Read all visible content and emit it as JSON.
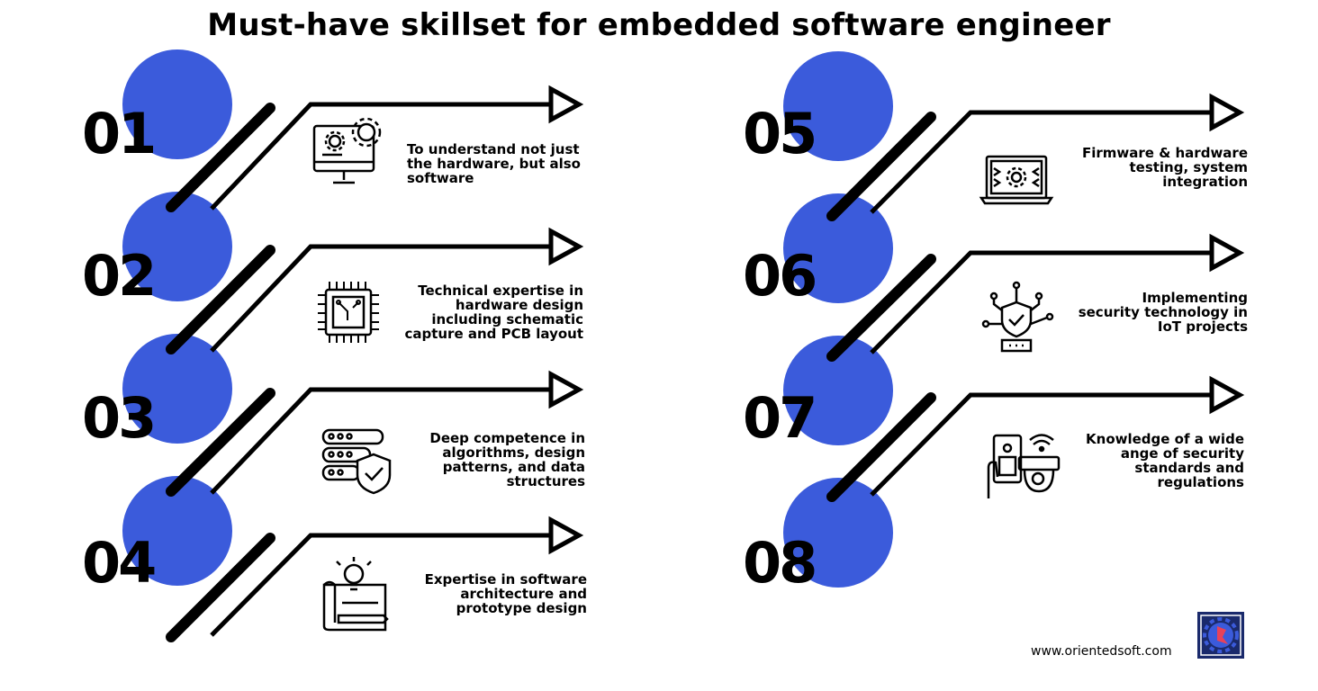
{
  "title": "Must-have skillset for embedded software engineer",
  "colors": {
    "accent": "#3b5bdb",
    "ink": "#000000",
    "logo_bg": "#1a2a6c",
    "logo_mark": "#e8425a"
  },
  "skills": [
    {
      "number": "01",
      "text": "To understand not just the hardware, but also software",
      "icon": "monitor-gears-icon"
    },
    {
      "number": "02",
      "text": "Technical expertise in hardware design including schematic capture and PCB layout",
      "icon": "chip-circuit-icon"
    },
    {
      "number": "03",
      "text": "Deep competence in algorithms, design patterns, and data structures",
      "icon": "server-shield-icon"
    },
    {
      "number": "04",
      "text": "Expertise in software architecture and prototype design",
      "icon": "blueprint-bulb-icon"
    },
    {
      "number": "05",
      "text": "Firmware & hardware testing, system integration",
      "icon": "laptop-gear-icon"
    },
    {
      "number": "06",
      "text": "Implementing security technology in IoT projects",
      "icon": "iot-shield-icon"
    },
    {
      "number": "07",
      "text": "Knowledge of a wide ange of security standards and regulations",
      "icon": "smart-camera-icon"
    },
    {
      "number": "08",
      "text": "",
      "icon": ""
    }
  ],
  "footer": {
    "url": "www.orientedsoft.com",
    "logo_icon": "orientedsoft-logo-icon"
  }
}
